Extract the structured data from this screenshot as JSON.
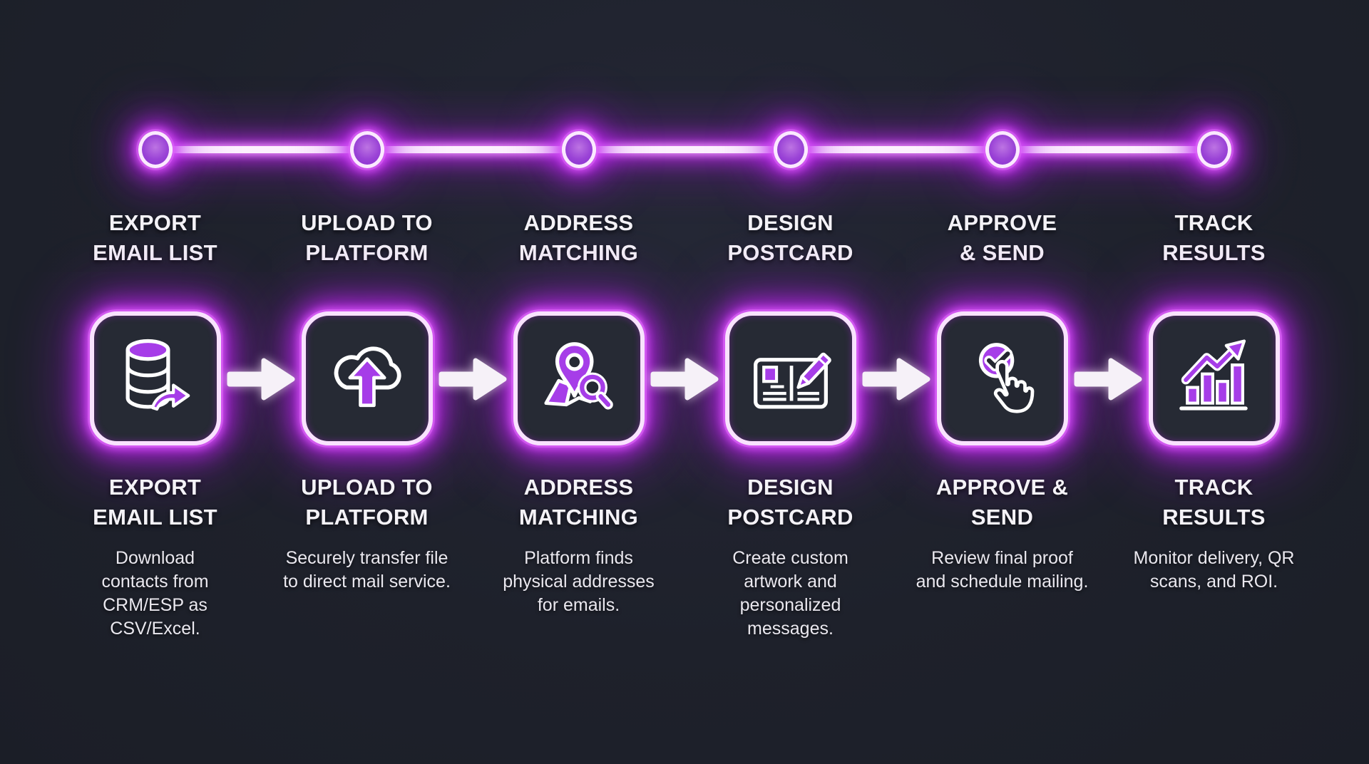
{
  "infographic": {
    "theme": "neon-purple-dark",
    "colors": {
      "background": "#1e212b",
      "box_background": "#262a34",
      "neon_magenta": "#c32df2",
      "icon_purple": "#a63de8",
      "border_white_pink": "#f9e2fe",
      "text_primary": "#f4f2f7",
      "text_secondary": "#eae8ef",
      "arrow_white": "#f6f1f8"
    },
    "timeline": {
      "node_count": 6
    },
    "steps": [
      {
        "index": 1,
        "icon": "database-export-icon",
        "top_label": [
          "EXPORT",
          "EMAIL LIST"
        ],
        "bottom_label": [
          "EXPORT",
          "EMAIL LIST"
        ],
        "description": "Download contacts from CRM/ESP as CSV/Excel."
      },
      {
        "index": 2,
        "icon": "cloud-upload-icon",
        "top_label": [
          "UPLOAD TO",
          "PLATFORM"
        ],
        "bottom_label": [
          "UPLOAD TO",
          "PLATFORM"
        ],
        "description": "Securely transfer file to direct mail service."
      },
      {
        "index": 3,
        "icon": "map-pin-search-icon",
        "top_label": [
          "ADDRESS",
          "MATCHING"
        ],
        "bottom_label": [
          "ADDRESS",
          "MATCHING"
        ],
        "description": "Platform finds physical addresses for emails."
      },
      {
        "index": 4,
        "icon": "postcard-pencil-icon",
        "top_label": [
          "DESIGN",
          "POSTCARD"
        ],
        "bottom_label": [
          "DESIGN",
          "POSTCARD"
        ],
        "description": "Create custom artwork and personalized messages."
      },
      {
        "index": 5,
        "icon": "approve-click-icon",
        "top_label": [
          "APPROVE",
          "& SEND"
        ],
        "bottom_label": [
          "APPROVE &",
          "SEND"
        ],
        "description": "Review final proof and schedule mailing."
      },
      {
        "index": 6,
        "icon": "bar-chart-growth-icon",
        "top_label": [
          "TRACK",
          "RESULTS"
        ],
        "bottom_label": [
          "TRACK",
          "RESULTS"
        ],
        "description": "Monitor delivery, QR scans, and ROI."
      }
    ]
  }
}
